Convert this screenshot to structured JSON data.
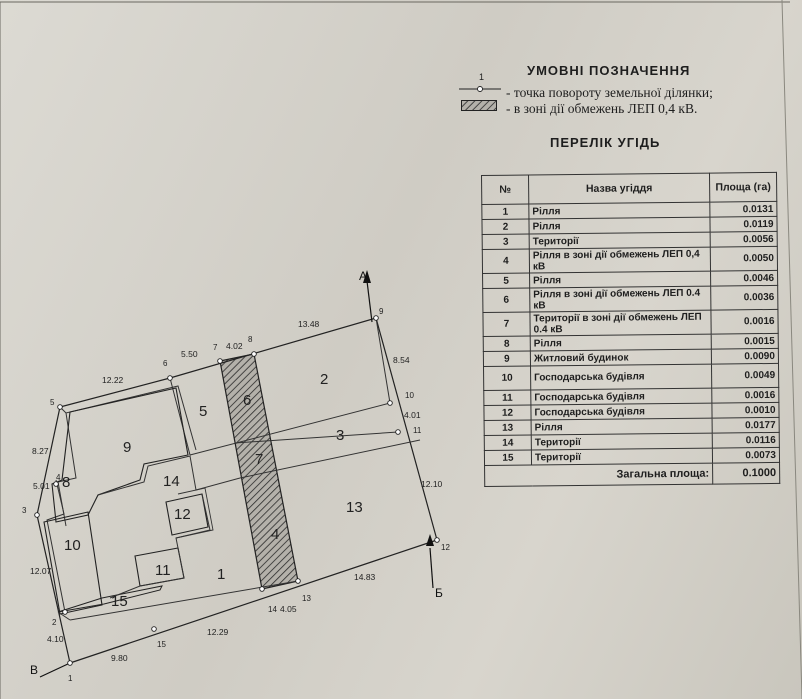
{
  "legend": {
    "title": "УМОВНІ ПОЗНАЧЕННЯ",
    "point_number": "1",
    "point_text": "- точка повороту земельної ділянки;",
    "hatch_text": "- в зоні дії обмежень ЛЕП 0,4 кВ."
  },
  "table": {
    "title": "ПЕРЕЛІК УГІДЬ",
    "headers": {
      "no": "№",
      "name": "Назва угіддя",
      "area": "Площа (га)"
    },
    "rows": [
      {
        "no": "1",
        "name": "Рілля",
        "area": "0.0131"
      },
      {
        "no": "2",
        "name": "Рілля",
        "area": "0.0119"
      },
      {
        "no": "3",
        "name": "Території",
        "area": "0.0056"
      },
      {
        "no": "4",
        "name": "Рілля в зоні дії обмежень ЛЕП 0,4 кВ",
        "area": "0.0050"
      },
      {
        "no": "5",
        "name": "Рілля",
        "area": "0.0046"
      },
      {
        "no": "6",
        "name": "Рілля в зоні дії обмежень ЛЕП 0.4 кВ",
        "area": "0.0036"
      },
      {
        "no": "7",
        "name": "Території в зоні дії обмежень ЛЕП 0.4 кВ",
        "area": "0.0016"
      },
      {
        "no": "8",
        "name": "Рілля",
        "area": "0.0015"
      },
      {
        "no": "9",
        "name": "Житловий будинок",
        "area": "0.0090"
      },
      {
        "no": "10",
        "name": "Господарська будівля",
        "area": "0.0049"
      },
      {
        "no": "11",
        "name": "Господарська будівля",
        "area": "0.0016"
      },
      {
        "no": "12",
        "name": "Господарська будівля",
        "area": "0.0010"
      },
      {
        "no": "13",
        "name": "Рілля",
        "area": "0.0177"
      },
      {
        "no": "14",
        "name": "Території",
        "area": "0.0116"
      },
      {
        "no": "15",
        "name": "Території",
        "area": "0.0073"
      }
    ],
    "total_label": "Загальна площа:",
    "total_value": "0.1000"
  },
  "plan": {
    "points": [
      "1",
      "2",
      "3",
      "4",
      "5",
      "6",
      "7",
      "8",
      "9",
      "10",
      "11",
      "12",
      "13",
      "14",
      "15"
    ],
    "dimensions": [
      "12.22",
      "5.50",
      "4.02",
      "13.48",
      "8.54",
      "4.01",
      "12.10",
      "14.83",
      "4.05",
      "12.29",
      "9.80",
      "4.10",
      "12.07",
      "5.01",
      "8.27"
    ],
    "parcels": [
      "1",
      "2",
      "3",
      "4",
      "5",
      "6",
      "7",
      "8",
      "9",
      "10",
      "11",
      "12",
      "13",
      "14",
      "15"
    ],
    "directions": {
      "a": "А",
      "b": "Б",
      "v": "В"
    }
  }
}
